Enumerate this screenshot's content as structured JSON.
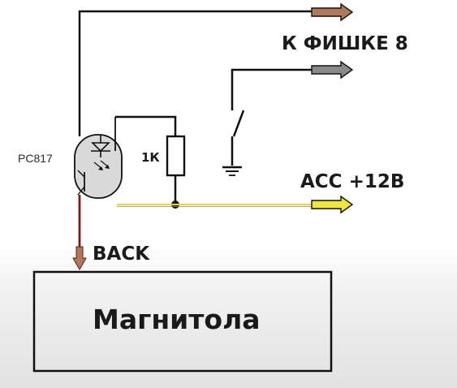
{
  "labels": {
    "k_fishke": "К ФИШКЕ 8",
    "acc": "ACC +12В",
    "back": "BACK",
    "optocoupler": "PC817",
    "resistor": "1К",
    "radio": "Магнитола"
  },
  "colors": {
    "wire": "#111111",
    "acc_wire": "#e8d24a",
    "acc_arrow": "#f2e63a",
    "back_wire": "#7a1a1a",
    "top_arrow": "#b07a5a",
    "mid_arrow": "#8a8a8a",
    "opto_body": "#d9d9d9"
  }
}
